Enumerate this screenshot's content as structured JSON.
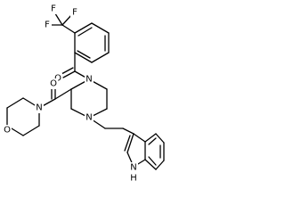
{
  "molecule": {
    "atoms": {
      "fluorine_top": "F",
      "fluorine_left": "F",
      "fluorine_right": "F",
      "carbonyl_oxygen_top": "O",
      "carbonyl_oxygen_left": "O",
      "morpholine_nitrogen": "N",
      "morpholine_oxygen": "O",
      "piperazine_nitrogen_top": "N",
      "piperazine_nitrogen_bottom": "N",
      "indole_nitrogen": "N",
      "indole_hydrogen": "H"
    }
  }
}
